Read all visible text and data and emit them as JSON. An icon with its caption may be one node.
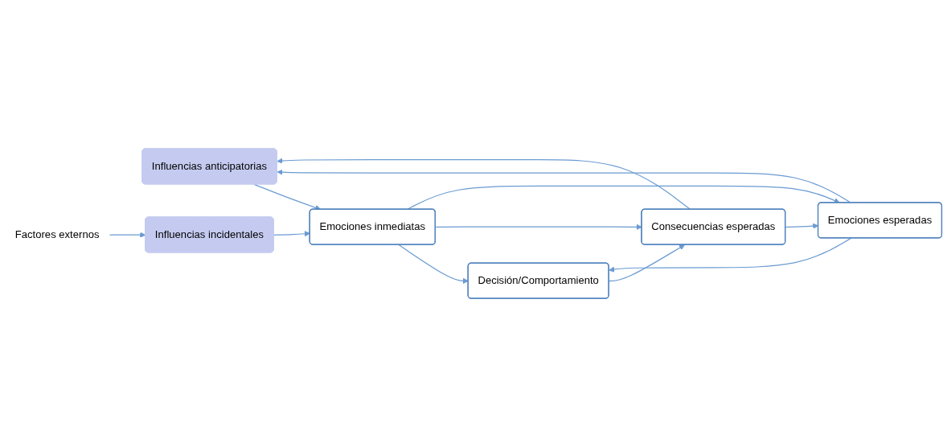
{
  "diagram": {
    "nodes": [
      {
        "text": [
          "Influencias anticipatorias"
        ]
      },
      {
        "text": [
          "Emociones inmediatas"
        ]
      },
      {
        "text": [
          "Decisión/Comportamiento"
        ]
      },
      {
        "text": [
          "Consecuencias esperadas"
        ]
      },
      {
        "text": [
          "Emociones esperadas"
        ]
      },
      {
        "text": [
          "Influencias incidentales"
        ]
      },
      {
        "text": [
          "Factores externos"
        ]
      }
    ],
    "edges": [
      {
        "from": 0,
        "to": 1,
        "arrow": "to"
      },
      {
        "from": 1,
        "to": 2,
        "arrow": "to"
      },
      {
        "from": 2,
        "to": 3,
        "arrow": "to"
      },
      {
        "from": 3,
        "to": 4,
        "arrow": "to"
      },
      {
        "from": 3,
        "to": 0,
        "arrow": "to"
      },
      {
        "from": 4,
        "to": 0,
        "arrow": "to"
      },
      {
        "from": 4,
        "to": 2,
        "arrow": "to"
      },
      {
        "from": 1,
        "to": 3,
        "arrow": "to"
      },
      {
        "from": 1,
        "to": 4,
        "arrow": "to"
      },
      {
        "from": 5,
        "to": 1,
        "arrow": "to"
      },
      {
        "from": 6,
        "to": 5,
        "arrow": "to"
      }
    ]
  }
}
